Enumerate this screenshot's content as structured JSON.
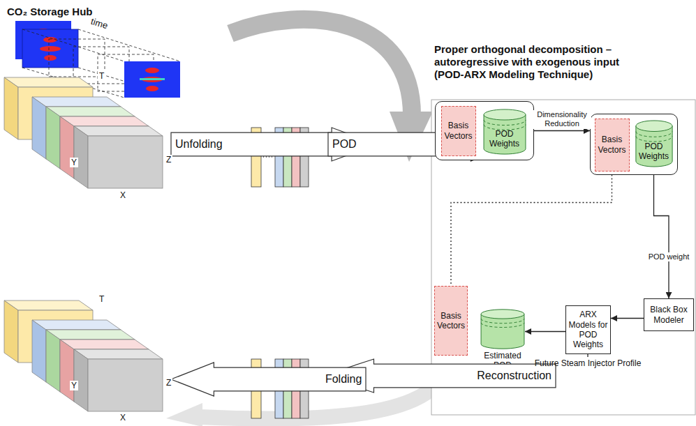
{
  "diagram": {
    "nodes": [
      {
        "text": [
          "Unfolding"
        ]
      },
      {
        "text": [
          "POD"
        ]
      },
      {
        "text": []
      },
      {
        "text": [
          "Basis Vectors"
        ],
        "in": 2
      },
      {
        "text": [
          "POD Weights"
        ],
        "in": 2
      },
      {
        "text": []
      },
      {
        "text": [
          "Basis Vectors"
        ],
        "in": 5
      },
      {
        "text": [
          "POD Weights"
        ],
        "in": 5
      },
      {
        "text": [
          "Black Box Modeler"
        ]
      },
      {
        "text": [
          "Basis Vectors"
        ]
      },
      {
        "text": [
          "Estimated POD Weights"
        ]
      },
      {
        "text": [
          "ARX Models for POD Weights"
        ]
      },
      {
        "text": [
          "Reconstruction"
        ]
      },
      {
        "text": [
          "Folding"
        ]
      }
    ],
    "edges": [
      {
        "from": 2,
        "to": 5,
        "arrow": "to",
        "label": "Dimensionality Reduction"
      },
      {
        "from": 7,
        "to": 8,
        "arrow": "to",
        "label": "POD weight"
      },
      {
        "from": 8,
        "to": 11,
        "arrow": "to"
      },
      {
        "from": 11,
        "to": 10,
        "arrow": "to"
      },
      {
        "from": 6,
        "to": 9,
        "arrow": "none"
      }
    ],
    "labels": [
      "CO₂ Storage Hub",
      "time",
      "T",
      "Y",
      "Z",
      "X",
      "Proper orthogonal decomposition – autoregressive with exogenous input (POD-ARX Modeling Technique)",
      "Future Steam Injector Profile",
      "T",
      "Y",
      "Z",
      "X"
    ]
  }
}
